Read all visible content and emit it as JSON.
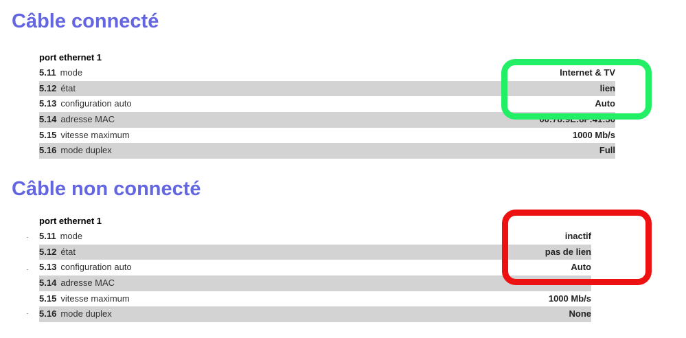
{
  "sections": [
    {
      "heading": "Câble connecté",
      "port_title": "port ethernet 1",
      "rows": [
        {
          "num": "5.11",
          "label": "mode",
          "value": "Internet & TV"
        },
        {
          "num": "5.12",
          "label": "état",
          "value": "lien"
        },
        {
          "num": "5.13",
          "label": "configuration auto",
          "value": "Auto"
        },
        {
          "num": "5.14",
          "label": "adresse MAC",
          "value": "00:78:9E:8F:41:50"
        },
        {
          "num": "5.15",
          "label": "vitesse maximum",
          "value": "1000 Mb/s"
        },
        {
          "num": "5.16",
          "label": "mode duplex",
          "value": "Full"
        }
      ],
      "highlight_color": "#22ee66"
    },
    {
      "heading": "Câble non connecté",
      "port_title": "port ethernet 1",
      "rows": [
        {
          "num": "5.11",
          "label": "mode",
          "value": "inactif"
        },
        {
          "num": "5.12",
          "label": "état",
          "value": "pas de lien"
        },
        {
          "num": "5.13",
          "label": "configuration auto",
          "value": "Auto"
        },
        {
          "num": "5.14",
          "label": "adresse MAC",
          "value": ""
        },
        {
          "num": "5.15",
          "label": "vitesse maximum",
          "value": "1000 Mb/s"
        },
        {
          "num": "5.16",
          "label": "mode duplex",
          "value": "None"
        }
      ],
      "highlight_color": "#ee1111"
    }
  ]
}
